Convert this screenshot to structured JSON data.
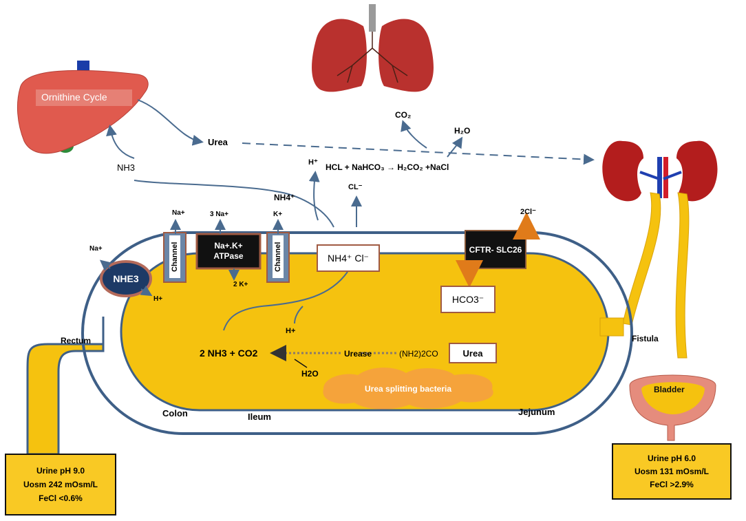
{
  "liver": {
    "label": "Ornithine Cycle",
    "color": "#e05a4e"
  },
  "lungs": {
    "color": "#b9312e",
    "co2": "CO₂",
    "h2o": "H₂O"
  },
  "kidneys": {
    "color": "#b31d1d"
  },
  "flow": {
    "urea": "Urea",
    "nh3": "NH3",
    "nh4": "NH4⁺",
    "h_plus": "H⁺",
    "equation": "HCL   +   NaHCO₃ → H₂CO₂ +NaCl",
    "cl_minus": "CL⁻",
    "two_cl": "2Cl⁻"
  },
  "membrane": {
    "na_plus_top": "Na+",
    "three_na": "3 Na+",
    "k_plus": "K+",
    "channel": "Channel",
    "atpase": "Na+.K+ ATPase",
    "two_k": "2 K+",
    "nh3_exchanger": "NHE3",
    "na_plus_left": "Na+",
    "h_plus_left": "H+",
    "cftr": "CFTR- SLC26",
    "nh4cl": "NH4⁺ Cl⁻",
    "hco3": "HCO3⁻"
  },
  "lumen": {
    "h_plus": "H+",
    "products": "2 NH3  + CO2",
    "urease": "Urease",
    "nh2co": "(NH2)2CO",
    "urea_box": "Urea",
    "h2o": "H2O",
    "bacteria": "Urea splitting bacteria",
    "colon": "Colon",
    "ileum": "Ileum",
    "jejunum": "Jejunum",
    "rectum": "Rectum",
    "fistula": "Fistula",
    "bladder": "Bladder"
  },
  "left_urine": {
    "ph": "Urine pH 9.0",
    "uosm": "Uosm 242 mOsm/L",
    "fecl": "FeCl <0.6%"
  },
  "right_urine": {
    "ph": "Urine pH 6.0",
    "uosm": "Uosm 131 mOsm/L",
    "fecl": "FeCl >2.9%"
  },
  "colors": {
    "intestine": "#f5c20f",
    "border": "#3e5f87",
    "box_fill": "#f9c924",
    "transporter_border": "#a05a42",
    "arrow": "#4a6b8f",
    "orange_arrow": "#e07b1a",
    "bacteria": "#f5a33b"
  }
}
